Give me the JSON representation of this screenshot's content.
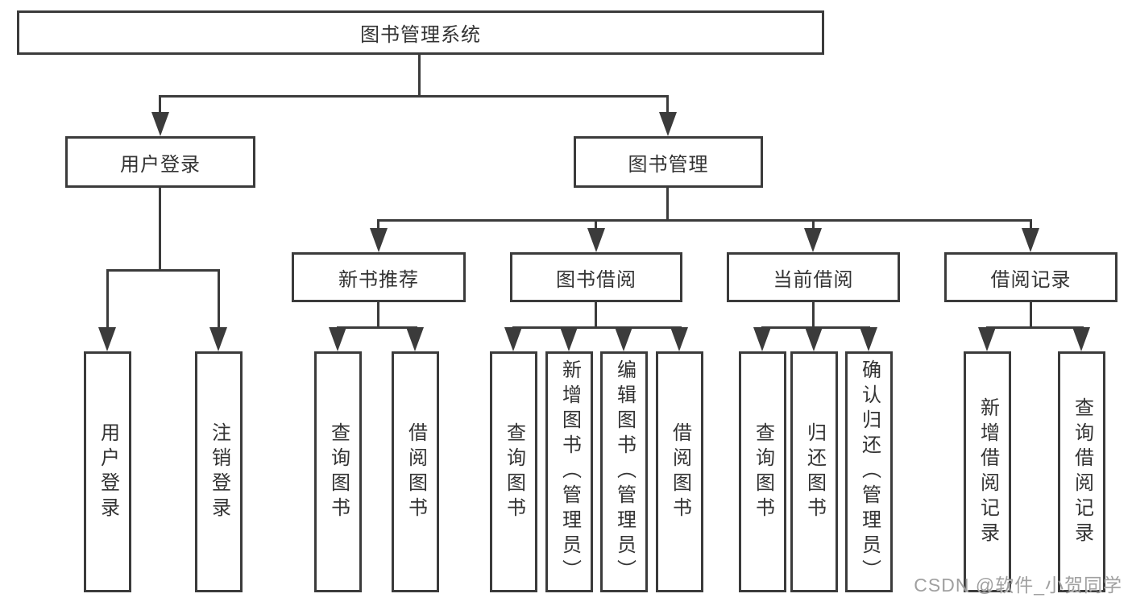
{
  "tree": {
    "root": {
      "label": "图书管理系统"
    },
    "branches": [
      {
        "label": "用户登录",
        "children": [
          {
            "label": "用户登录"
          },
          {
            "label": "注销登录"
          }
        ]
      },
      {
        "label": "图书管理",
        "children": [
          {
            "label": "新书推荐",
            "children": [
              {
                "label": "查询图书"
              },
              {
                "label": "借阅图书"
              }
            ]
          },
          {
            "label": "图书借阅",
            "children": [
              {
                "label": "查询图书"
              },
              {
                "label": "新增图书（管理员）"
              },
              {
                "label": "编辑图书（管理员）"
              },
              {
                "label": "借阅图书"
              }
            ]
          },
          {
            "label": "当前借阅",
            "children": [
              {
                "label": "查询图书"
              },
              {
                "label": "归还图书"
              },
              {
                "label": "确认归还（管理员）"
              }
            ]
          },
          {
            "label": "借阅记录",
            "children": [
              {
                "label": "新增借阅记录"
              },
              {
                "label": "查询借阅记录"
              }
            ]
          }
        ]
      }
    ]
  },
  "watermark": "CSDN @软件_小贺同学",
  "colors": {
    "line": "#3b3b3b",
    "text": "#333333",
    "background": "#ffffff",
    "watermark": "#a0a0a0"
  }
}
